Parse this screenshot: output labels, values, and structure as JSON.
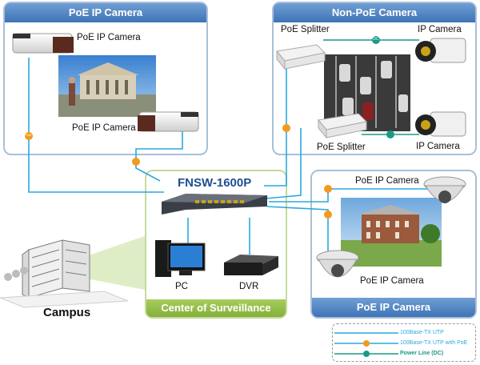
{
  "panels": {
    "poe_top_left": {
      "title": "PoE IP Camera"
    },
    "non_poe": {
      "title": "Non-PoE Camera"
    },
    "center": {
      "title": "FNSW-1600P",
      "footer": "Center of Surveillance"
    },
    "poe_right": {
      "footer": "PoE IP Camera"
    }
  },
  "labels": {
    "tl_cam1": "PoE IP Camera",
    "tl_cam2": "PoE IP Camera",
    "np_splitter1": "PoE Splitter",
    "np_camera1": "IP Camera",
    "np_splitter2": "PoE Splitter",
    "np_camera2": "IP Camera",
    "r_cam1": "PoE IP Camera",
    "r_cam2": "PoE IP Camera",
    "pc": "PC",
    "dvr": "DVR",
    "campus": "Campus"
  },
  "badges": {
    "poe": "PoE",
    "dc": "DC"
  },
  "legend": [
    {
      "name": "100Base-TX UTP",
      "color": "#29a9e0",
      "badge": ""
    },
    {
      "name": "100Base-TX UTP with PoE",
      "color": "#29a9e0",
      "badge": "poe"
    },
    {
      "name": "Power Line (DC)",
      "color": "#1a9a86",
      "badge": "dc"
    }
  ],
  "colors": {
    "utp": "#29a9e0",
    "poe_badge": "#f39a1e",
    "dc": "#1a9a86",
    "panel_border": "#a9bfd9",
    "green_border": "#c4da9d"
  }
}
